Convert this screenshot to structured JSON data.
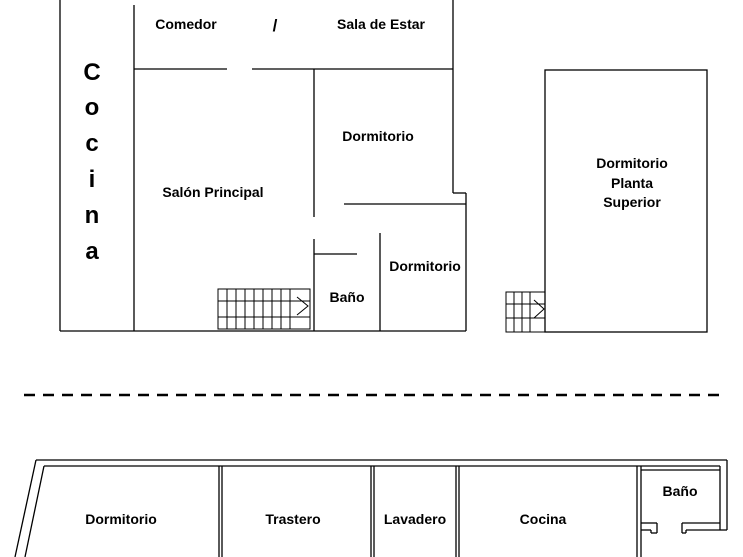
{
  "floor_plan": {
    "upper_level": {
      "kitchen_vertical": [
        "C",
        "o",
        "c",
        "i",
        "n",
        "a"
      ],
      "comedor": "Comedor",
      "slash": "/",
      "sala_de_estar": "Sala de Estar",
      "dormitorio_1": "Dormitorio",
      "salon_principal": "Salón Principal",
      "dormitorio_2": "Dormitorio",
      "bano": "Baño",
      "upper_floor_bedroom": [
        "Dormitorio",
        "Planta",
        "Superior"
      ]
    },
    "lower_level": {
      "dormitorio": "Dormitorio",
      "trastero": "Trastero",
      "lavadero": "Lavadero",
      "cocina": "Cocina",
      "bano": "Baño"
    }
  }
}
